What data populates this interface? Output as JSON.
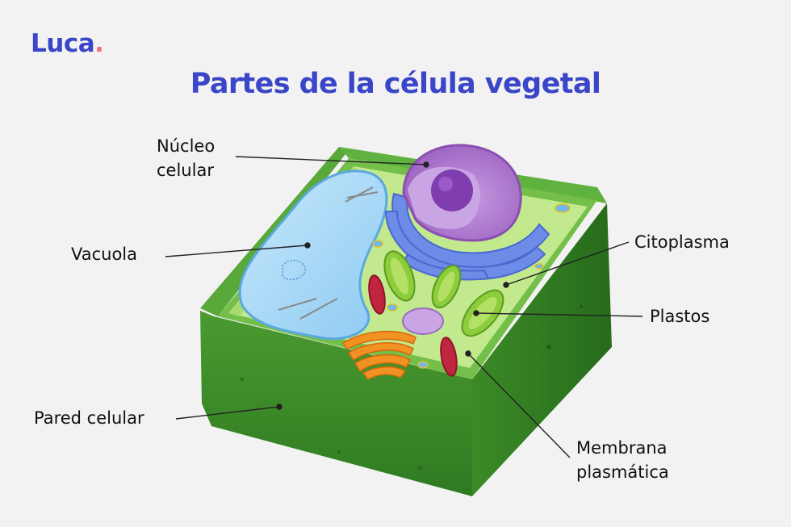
{
  "brand": {
    "name": "Luca",
    "dot": "."
  },
  "title": "Partes de la célula vegetal",
  "labels": {
    "nucleo": [
      "Núcleo",
      "celular"
    ],
    "vacuola": "Vacuola",
    "pared": "Pared celular",
    "citoplasma": "Citoplasma",
    "plastos": "Plastos",
    "membrana": [
      "Membrana",
      "plasmática"
    ]
  },
  "colors": {
    "brand": "#3a45c8",
    "accent": "#f2707a",
    "wall": "#3e8c2a",
    "cytoplasm": "#bfe68a",
    "vacuole": "#9fd4f5",
    "nucleus": "#b07ad0",
    "er": "#5b7fe0",
    "chloroplast": "#8cc83c",
    "mitochondria": "#c2263f",
    "golgi": "#f08a1e"
  }
}
